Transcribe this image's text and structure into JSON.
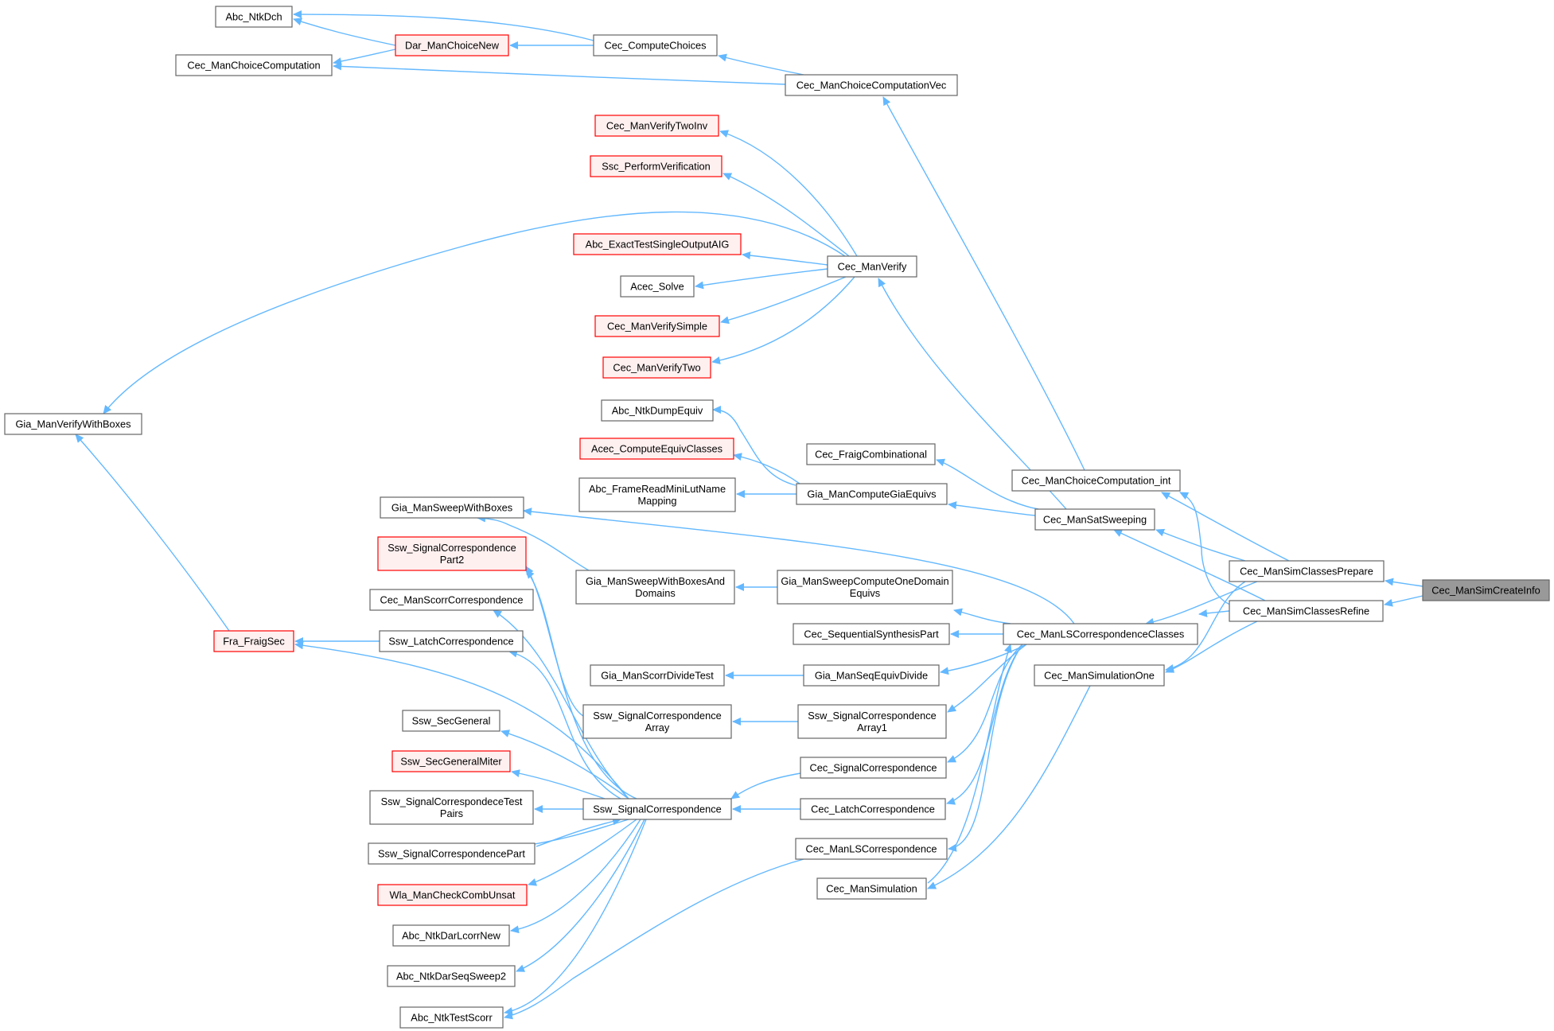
{
  "diagram": {
    "title": "Cec_ManSimCreateInfo caller graph",
    "colors": {
      "edge": "#63b8ff",
      "node_fill": "#ffffff",
      "node_stroke": "#666666",
      "highlight_fill": "#fff0f0",
      "highlight_stroke": "#ff0000",
      "root_fill": "#999999",
      "root_stroke": "#666666"
    },
    "nodes": [
      {
        "id": "abc_ntkdch",
        "lines": [
          "Abc_NtkDch"
        ],
        "style": "normal"
      },
      {
        "id": "dar_manchoicenew",
        "lines": [
          "Dar_ManChoiceNew"
        ],
        "style": "highlight"
      },
      {
        "id": "cec_manchoicecomputation",
        "lines": [
          "Cec_ManChoiceComputation"
        ],
        "style": "normal"
      },
      {
        "id": "cec_computechoices",
        "lines": [
          "Cec_ComputeChoices"
        ],
        "style": "normal"
      },
      {
        "id": "cec_manchoicecomputationvec",
        "lines": [
          "Cec_ManChoiceComputationVec"
        ],
        "style": "normal"
      },
      {
        "id": "cec_manverifytwoinv",
        "lines": [
          "Cec_ManVerifyTwoInv"
        ],
        "style": "highlight"
      },
      {
        "id": "ssc_performverification",
        "lines": [
          "Ssc_PerformVerification"
        ],
        "style": "highlight"
      },
      {
        "id": "abc_exacttestsingleoutputaig",
        "lines": [
          "Abc_ExactTestSingleOutputAIG"
        ],
        "style": "highlight"
      },
      {
        "id": "acec_solve",
        "lines": [
          "Acec_Solve"
        ],
        "style": "normal"
      },
      {
        "id": "cec_manverifysimple",
        "lines": [
          "Cec_ManVerifySimple"
        ],
        "style": "highlight"
      },
      {
        "id": "cec_manverifytwo",
        "lines": [
          "Cec_ManVerifyTwo"
        ],
        "style": "highlight"
      },
      {
        "id": "cec_manverify",
        "lines": [
          "Cec_ManVerify"
        ],
        "style": "normal"
      },
      {
        "id": "gia_manverifywithboxes",
        "lines": [
          "Gia_ManVerifyWithBoxes"
        ],
        "style": "normal"
      },
      {
        "id": "abc_ntkdumpequiv",
        "lines": [
          "Abc_NtkDumpEquiv"
        ],
        "style": "normal"
      },
      {
        "id": "acec_computeequivclasses",
        "lines": [
          "Acec_ComputeEquivClasses"
        ],
        "style": "highlight"
      },
      {
        "id": "abc_framereadminilutnamemapping",
        "lines": [
          "Abc_FrameReadMiniLutName",
          "Mapping"
        ],
        "style": "normal"
      },
      {
        "id": "cec_fraigcombinational",
        "lines": [
          "Cec_FraigCombinational"
        ],
        "style": "normal"
      },
      {
        "id": "gia_mancomputegiaequivs",
        "lines": [
          "Gia_ManComputeGiaEquivs"
        ],
        "style": "normal"
      },
      {
        "id": "cec_manchoicecomputation_int",
        "lines": [
          "Cec_ManChoiceComputation_int"
        ],
        "style": "normal"
      },
      {
        "id": "cec_mansatsweeping",
        "lines": [
          "Cec_ManSatSweeping"
        ],
        "style": "normal"
      },
      {
        "id": "gia_mansweepwithboxes",
        "lines": [
          "Gia_ManSweepWithBoxes"
        ],
        "style": "normal"
      },
      {
        "id": "ssw_signalcorrespondencepart2",
        "lines": [
          "Ssw_SignalCorrespondence",
          "Part2"
        ],
        "style": "highlight"
      },
      {
        "id": "gia_mansweepwithboxesanddomains",
        "lines": [
          "Gia_ManSweepWithBoxesAnd",
          "Domains"
        ],
        "style": "normal"
      },
      {
        "id": "gia_mansweepcomputeonedomainequivs",
        "lines": [
          "Gia_ManSweepComputeOneDomain",
          "Equivs"
        ],
        "style": "normal"
      },
      {
        "id": "cec_manscorrcorrespondence",
        "lines": [
          "Cec_ManScorrCorrespondence"
        ],
        "style": "normal"
      },
      {
        "id": "cec_sequentialsynthesispart",
        "lines": [
          "Cec_SequentialSynthesisPart"
        ],
        "style": "normal"
      },
      {
        "id": "fra_fraigsec",
        "lines": [
          "Fra_FraigSec"
        ],
        "style": "highlight"
      },
      {
        "id": "ssw_latchcorrespondence",
        "lines": [
          "Ssw_LatchCorrespondence"
        ],
        "style": "normal"
      },
      {
        "id": "cec_manlscorrespondenceclasses",
        "lines": [
          "Cec_ManLSCorrespondenceClasses"
        ],
        "style": "normal"
      },
      {
        "id": "gia_manscorrdividetest",
        "lines": [
          "Gia_ManScorrDivideTest"
        ],
        "style": "normal"
      },
      {
        "id": "gia_manseqequivdivide",
        "lines": [
          "Gia_ManSeqEquivDivide"
        ],
        "style": "normal"
      },
      {
        "id": "cec_mansimulationone",
        "lines": [
          "Cec_ManSimulationOne"
        ],
        "style": "normal"
      },
      {
        "id": "ssw_signalcorrespondencearray",
        "lines": [
          "Ssw_SignalCorrespondence",
          "Array"
        ],
        "style": "normal"
      },
      {
        "id": "ssw_signalcorrespondencearray1",
        "lines": [
          "Ssw_SignalCorrespondence",
          "Array1"
        ],
        "style": "normal"
      },
      {
        "id": "ssw_secgeneral",
        "lines": [
          "Ssw_SecGeneral"
        ],
        "style": "normal"
      },
      {
        "id": "ssw_secgeneralmiter",
        "lines": [
          "Ssw_SecGeneralMiter"
        ],
        "style": "highlight"
      },
      {
        "id": "cec_signalcorrespondence",
        "lines": [
          "Cec_SignalCorrespondence"
        ],
        "style": "normal"
      },
      {
        "id": "ssw_signalcorrespondecetestpairs",
        "lines": [
          "Ssw_SignalCorrespondeceTest",
          "Pairs"
        ],
        "style": "normal"
      },
      {
        "id": "ssw_signalcorrespondence",
        "lines": [
          "Ssw_SignalCorrespondence"
        ],
        "style": "normal"
      },
      {
        "id": "cec_latchcorrespondence",
        "lines": [
          "Cec_LatchCorrespondence"
        ],
        "style": "normal"
      },
      {
        "id": "ssw_signalcorrespondencepart",
        "lines": [
          "Ssw_SignalCorrespondencePart"
        ],
        "style": "normal"
      },
      {
        "id": "cec_manlscorrespondence",
        "lines": [
          "Cec_ManLSCorrespondence"
        ],
        "style": "normal"
      },
      {
        "id": "wla_mancheckcombunsat",
        "lines": [
          "Wla_ManCheckCombUnsat"
        ],
        "style": "highlight"
      },
      {
        "id": "cec_mansimulation",
        "lines": [
          "Cec_ManSimulation"
        ],
        "style": "normal"
      },
      {
        "id": "abc_ntkdarlcorrnew",
        "lines": [
          "Abc_NtkDarLcorrNew"
        ],
        "style": "normal"
      },
      {
        "id": "abc_ntkdarseqsweep2",
        "lines": [
          "Abc_NtkDarSeqSweep2"
        ],
        "style": "normal"
      },
      {
        "id": "abc_ntktestscorr",
        "lines": [
          "Abc_NtkTestScorr"
        ],
        "style": "normal"
      },
      {
        "id": "cec_mansimclassesprepare",
        "lines": [
          "Cec_ManSimClassesPrepare"
        ],
        "style": "normal"
      },
      {
        "id": "cec_mansimclassesrefine",
        "lines": [
          "Cec_ManSimClassesRefine"
        ],
        "style": "normal"
      },
      {
        "id": "cec_mansimcreateinfo",
        "lines": [
          "Cec_ManSimCreateInfo"
        ],
        "style": "root"
      }
    ]
  }
}
